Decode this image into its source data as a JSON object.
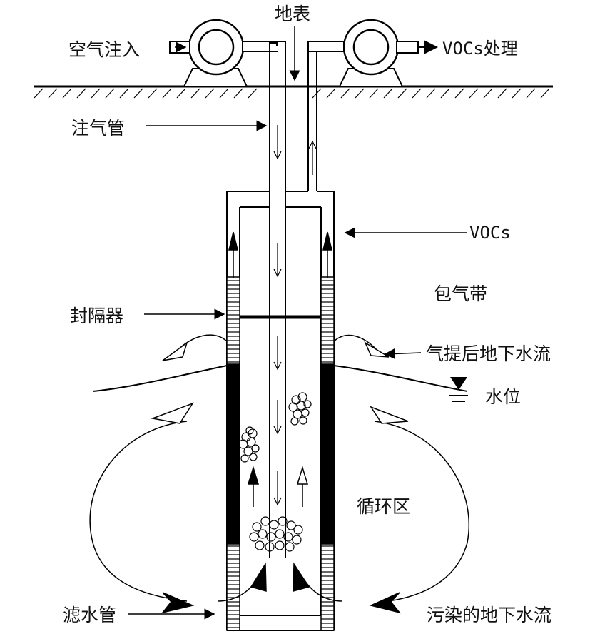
{
  "labels": {
    "ground_surface": "地表",
    "air_injection": "空气注入",
    "voc_treatment": "VOCs处理",
    "injection_pipe": "注气管",
    "vocs": "VOCs",
    "vadose_zone": "包气带",
    "packer": "封隔器",
    "stripped_groundwater": "气提后地下水流",
    "water_table": "水位",
    "circulation_zone": "循环区",
    "screen_pipe": "滤水管",
    "contaminated_groundwater": "污染的地下水流"
  }
}
